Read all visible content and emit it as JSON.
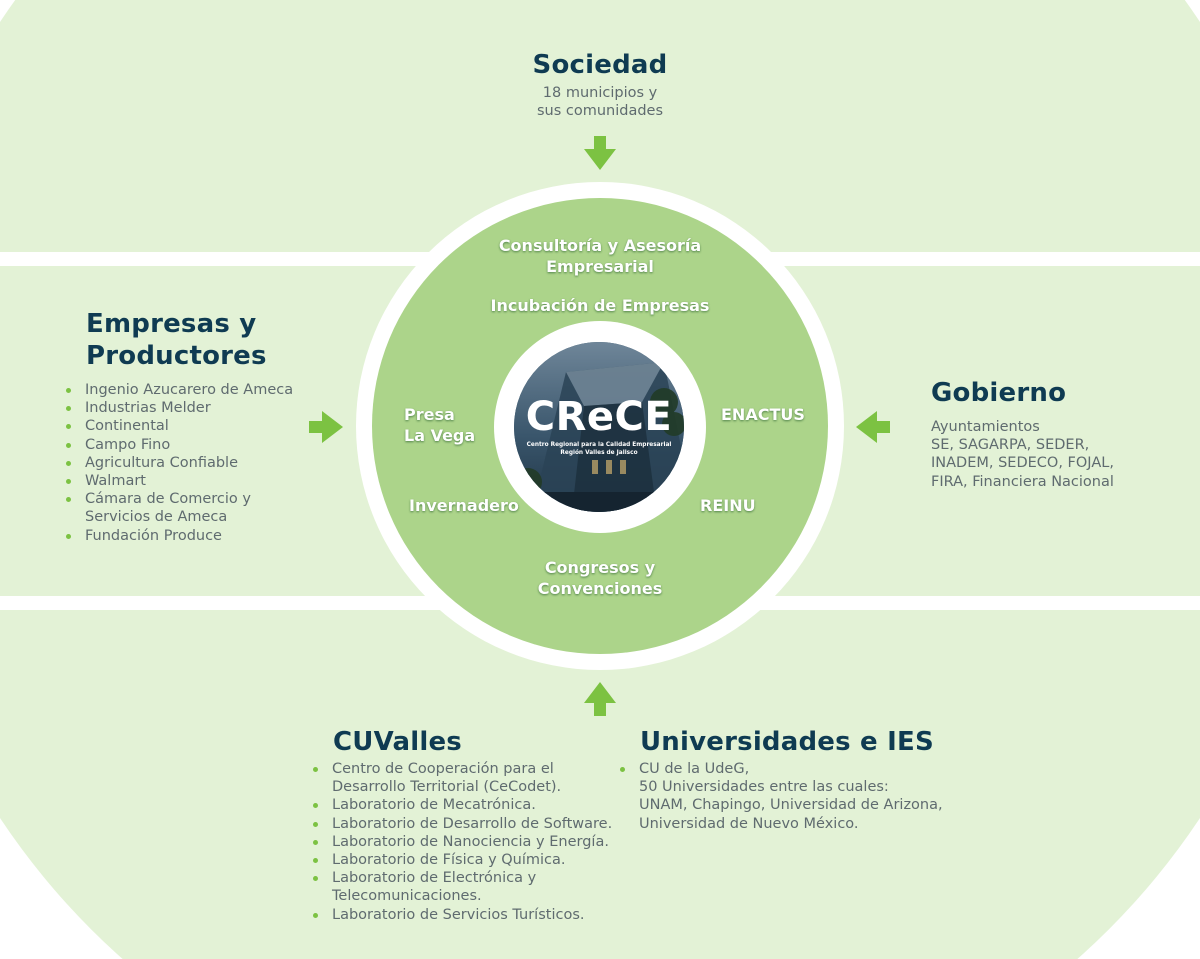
{
  "colors": {
    "outer_bg": "#e3f2d6",
    "ring_white": "#ffffff",
    "inner_green": "#acd48a",
    "arrow_green": "#7cc242",
    "heading_navy": "#0f3b52",
    "body_gray": "#5f6b6f"
  },
  "sociedad": {
    "title": "Sociedad",
    "line1": "18 municipios y",
    "line2": "sus comunidades",
    "arrow_icon": "arrow-down-icon"
  },
  "empresas": {
    "title_line1": "Empresas y",
    "title_line2": "Productores",
    "items": [
      "Ingenio Azucarero de Ameca",
      "Industrias Melder",
      "Continental",
      "Campo Fino",
      "Agricultura Confiable",
      "Walmart",
      "Cámara de Comercio y Servicios de Ameca",
      "Fundación Produce"
    ],
    "arrow_icon": "arrow-right-icon"
  },
  "gobierno": {
    "title": "Gobierno",
    "lines": [
      "Ayuntamientos",
      "SE, SAGARPA, SEDER,",
      "INADEM, SEDECO, FOJAL,",
      "FIRA, Financiera Nacional"
    ],
    "arrow_icon": "arrow-left-icon"
  },
  "cuvalles": {
    "title": "CUValles",
    "items": [
      "Centro de Cooperación para el Desarrollo Territorial (CeCodet).",
      "Laboratorio de Mecatrónica.",
      "Laboratorio de Desarrollo de Software.",
      "Laboratorio de Nanociencia y Energía.",
      "Laboratorio de Física y Química.",
      "Laboratorio de Electrónica y Telecomunicaciones.",
      "Laboratorio de Servicios Turísticos."
    ]
  },
  "universidades": {
    "title": "Universidades e IES",
    "lines": [
      "CU de la UdeG,",
      "50 Universidades entre las cuales:",
      "UNAM, Chapingo, Universidad de Arizona,",
      "Universidad de Nuevo México."
    ],
    "arrow_icon": "arrow-up-icon"
  },
  "services": {
    "consultoria_line1": "Consultoría y Asesoría",
    "consultoria_line2": "Empresarial",
    "incubacion": "Incubación de Empresas",
    "presa_line1": "Presa",
    "presa_line2": "La Vega",
    "enactus": "ENACTUS",
    "invernadero": "Invernadero",
    "reinu": "REINU",
    "congresos_line1": "Congresos y",
    "congresos_line2": "Convenciones"
  },
  "logo": {
    "title": "CReCE",
    "sub_line1": "Centro Regional para la Calidad Empresarial",
    "sub_line2": "Región Valles de Jalisco"
  }
}
